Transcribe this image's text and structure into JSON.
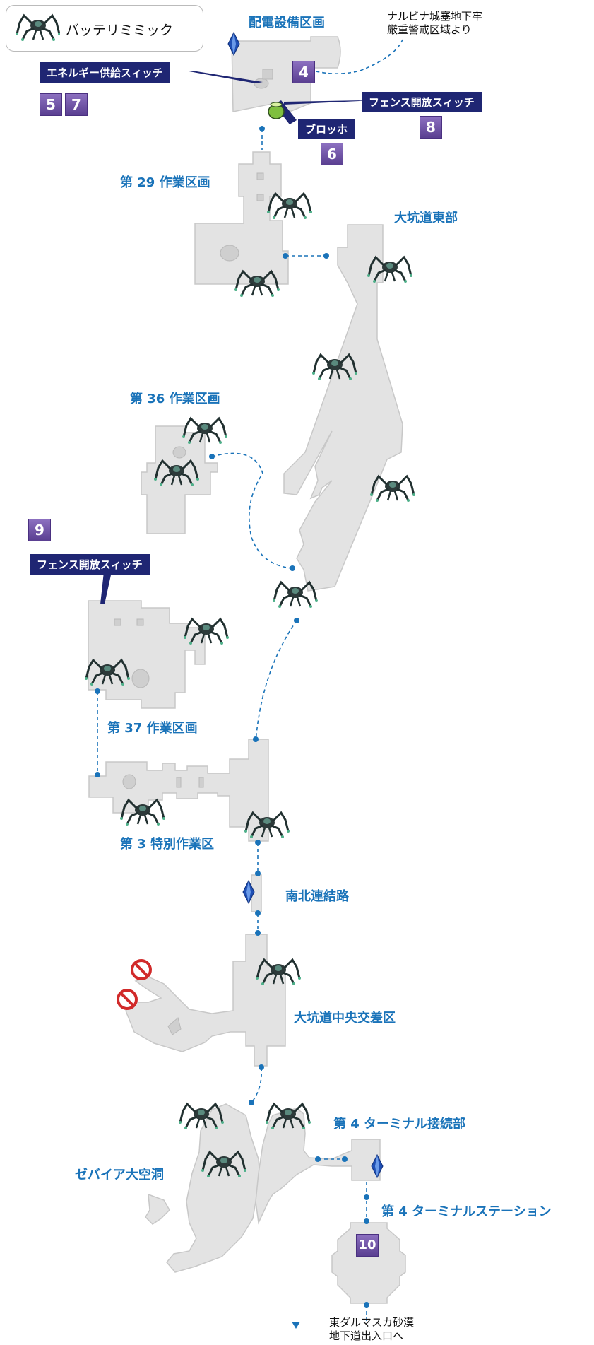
{
  "legend": {
    "label": "バッテリミミック",
    "icon": "spider-enemy-icon"
  },
  "areas": {
    "haiden": "配電設備区画",
    "s29": "第 29 作業区画",
    "daikoudou_east": "大坑道東部",
    "s36": "第 36 作業区画",
    "s37": "第 37 作業区画",
    "special3": "第 3 特別作業区",
    "nanboku": "南北連結路",
    "central": "大坑道中央交差区",
    "zebaia": "ゼバイア大空洞",
    "t4_link": "第 4 ターミナル接続部",
    "t4_station": "第 4 ターミナルステーション"
  },
  "notes": {
    "top_exit": [
      "ナルビナ城塞地下牢",
      "厳重警戒区域より"
    ],
    "bottom_exit": [
      "東ダルマスカ砂漠",
      "地下道出入口へ"
    ]
  },
  "tags": {
    "energy_switch": "エネルギー供給スィッチ",
    "fence_switch_1": "フェンス開放スィッチ",
    "blocho": "ブロッホ",
    "fence_switch_2": "フェンス開放スィッチ"
  },
  "numbers": {
    "n4": "4",
    "n5": "5",
    "n6": "6",
    "n7": "7",
    "n8": "8",
    "n9": "9",
    "n10": "10"
  },
  "colors": {
    "label": "#1a73b9",
    "tag_bg": "#1f2673",
    "room": "#e3e3e3",
    "route": "#1a73b9",
    "marker": "#6a4fa6",
    "crystal": "#1f4fb4",
    "no_entry": "#d12a2a"
  }
}
